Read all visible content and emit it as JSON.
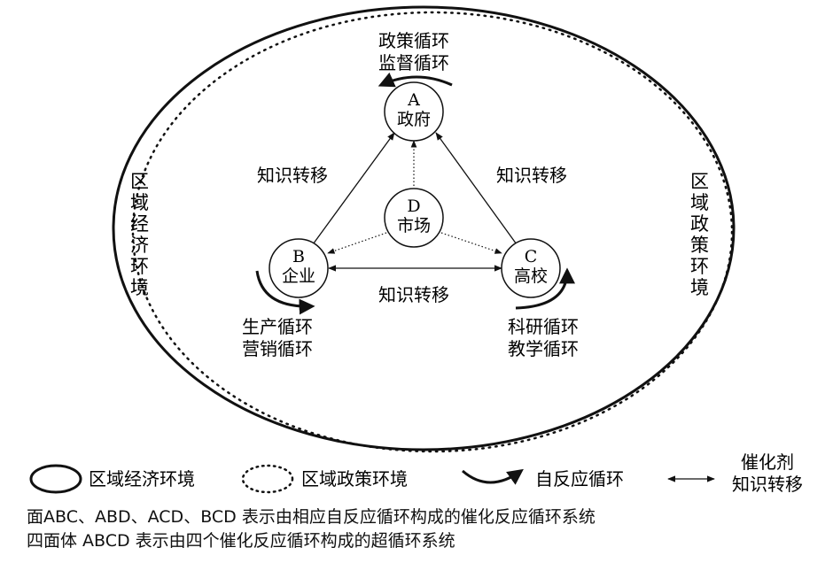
{
  "nodes": {
    "A": {
      "letter": "A",
      "name": "政府",
      "loop1": "政策循环",
      "loop2": "监督循环"
    },
    "B": {
      "letter": "B",
      "name": "企业",
      "loop1": "生产循环",
      "loop2": "营销循环"
    },
    "C": {
      "letter": "C",
      "name": "高校",
      "loop1": "科研循环",
      "loop2": "教学循环"
    },
    "D": {
      "letter": "D",
      "name": "市场"
    }
  },
  "edges": {
    "ab_label": "知识转移",
    "ac_label": "知识转移",
    "bc_label": "知识转移"
  },
  "environments": {
    "economic": "区域经济环境",
    "policy": "区域政策环境"
  },
  "legend": {
    "economic": "区域经济环境",
    "policy": "区域政策环境",
    "loop": "自反应循环",
    "transfer_line1": "催化剂",
    "transfer_line2": "知识转移"
  },
  "notes": {
    "line1": "面ABC、ABD、ACD、BCD 表示由相应自反应循环构成的催化反应循环系统",
    "line2": "四面体 ABCD 表示由四个催化反应循环构成的超循环系统"
  },
  "colors": {
    "ink": "#111111",
    "background": "#ffffff"
  }
}
